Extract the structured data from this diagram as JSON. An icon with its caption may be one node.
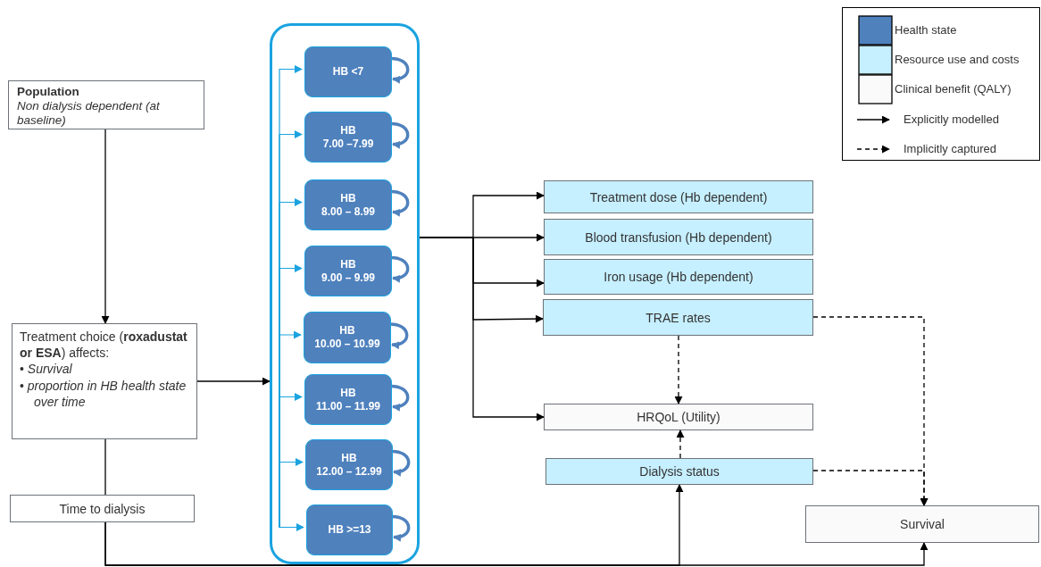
{
  "diagram": {
    "nodes": [
      {
        "text": [
          "Population",
          "Non dialysis dependent (at baseline)"
        ]
      },
      {
        "text": [
          "Treatment choice (**roxadustat or ESA**) affects:",
          "• *Survival*",
          "• *proportion in HB health state over time*"
        ]
      },
      {
        "text": [
          "Time to dialysis"
        ]
      },
      {
        "text": [],
        "shape": "box"
      },
      {
        "text": [
          "HB <7"
        ],
        "in": 3
      },
      {
        "text": [
          "HB 7.00 –7.99"
        ],
        "in": 3
      },
      {
        "text": [
          "HB 8.00 – 8.99"
        ],
        "in": 3
      },
      {
        "text": [
          "HB 9.00 – 9.99"
        ],
        "in": 3
      },
      {
        "text": [
          "HB 10.00 – 10.99"
        ],
        "in": 3
      },
      {
        "text": [
          "HB 11.00 – 11.99"
        ],
        "in": 3
      },
      {
        "text": [
          "HB 12.00 – 12.99"
        ],
        "in": 3
      },
      {
        "text": [
          "HB >=13"
        ],
        "in": 3
      },
      {
        "text": [
          "Treatment dose (Hb dependent)"
        ]
      },
      {
        "text": [
          "Blood transfusion (Hb dependent)"
        ]
      },
      {
        "text": [
          "Iron usage (Hb dependent)"
        ]
      },
      {
        "text": [
          "TRAE rates"
        ]
      },
      {
        "text": [
          "HRQoL (Utility)"
        ]
      },
      {
        "text": [
          "Dialysis status"
        ]
      },
      {
        "text": [
          "Survival"
        ]
      }
    ],
    "edges": [
      {
        "from": 0,
        "to": 1,
        "arrow": "to"
      },
      {
        "from": 1,
        "to": 2,
        "arrow": "none"
      },
      {
        "from": 1,
        "to": 3,
        "arrow": "to"
      },
      {
        "from": null,
        "to": 4,
        "arrow": "to",
        "color": "#1aa3e0"
      },
      {
        "from": null,
        "to": 5,
        "arrow": "to",
        "color": "#1aa3e0"
      },
      {
        "from": null,
        "to": 6,
        "arrow": "to",
        "color": "#1aa3e0"
      },
      {
        "from": null,
        "to": 7,
        "arrow": "to",
        "color": "#1aa3e0"
      },
      {
        "from": null,
        "to": 8,
        "arrow": "to",
        "color": "#1aa3e0"
      },
      {
        "from": null,
        "to": 9,
        "arrow": "to",
        "color": "#1aa3e0"
      },
      {
        "from": null,
        "to": 10,
        "arrow": "to",
        "color": "#1aa3e0"
      },
      {
        "from": null,
        "to": 11,
        "arrow": "to",
        "color": "#1aa3e0"
      },
      {
        "from": 4,
        "to": 4,
        "arrow": "to",
        "style": "thick",
        "color": "#4f81bd"
      },
      {
        "from": 5,
        "to": 5,
        "arrow": "to",
        "style": "thick",
        "color": "#4f81bd"
      },
      {
        "from": 6,
        "to": 6,
        "arrow": "to",
        "style": "thick",
        "color": "#4f81bd"
      },
      {
        "from": 7,
        "to": 7,
        "arrow": "to",
        "style": "thick",
        "color": "#4f81bd"
      },
      {
        "from": 8,
        "to": 8,
        "arrow": "to",
        "style": "thick",
        "color": "#4f81bd"
      },
      {
        "from": 9,
        "to": 9,
        "arrow": "to",
        "style": "thick",
        "color": "#4f81bd"
      },
      {
        "from": 10,
        "to": 10,
        "arrow": "to",
        "style": "thick",
        "color": "#4f81bd"
      },
      {
        "from": 11,
        "to": 11,
        "arrow": "to",
        "style": "thick",
        "color": "#4f81bd"
      },
      {
        "from": 3,
        "to": 12,
        "arrow": "to"
      },
      {
        "from": 3,
        "to": 13,
        "arrow": "to"
      },
      {
        "from": 3,
        "to": 14,
        "arrow": "to"
      },
      {
        "from": 3,
        "to": 15,
        "arrow": "to"
      },
      {
        "from": 3,
        "to": 16,
        "arrow": "to"
      },
      {
        "from": 15,
        "to": 16,
        "arrow": "to",
        "style": "dashed"
      },
      {
        "from": 15,
        "to": 18,
        "arrow": "to",
        "style": "dashed"
      },
      {
        "from": 17,
        "to": 16,
        "arrow": "to",
        "style": "dashed"
      },
      {
        "from": 17,
        "to": 18,
        "arrow": "to",
        "style": "dashed"
      },
      {
        "from": 2,
        "to": 17,
        "arrow": "to"
      },
      {
        "from": 2,
        "to": 18,
        "arrow": "to"
      }
    ],
    "legend": [
      {
        "text": "Health state",
        "color": "#4f81bd"
      },
      {
        "text": "Resource use and costs",
        "color": "#c6efff"
      },
      {
        "text": "Clinical benefit (QALY)",
        "color": "#fafafa"
      },
      {
        "text": "Explicitly modelled"
      },
      {
        "text": "Implicitly captured"
      }
    ]
  }
}
